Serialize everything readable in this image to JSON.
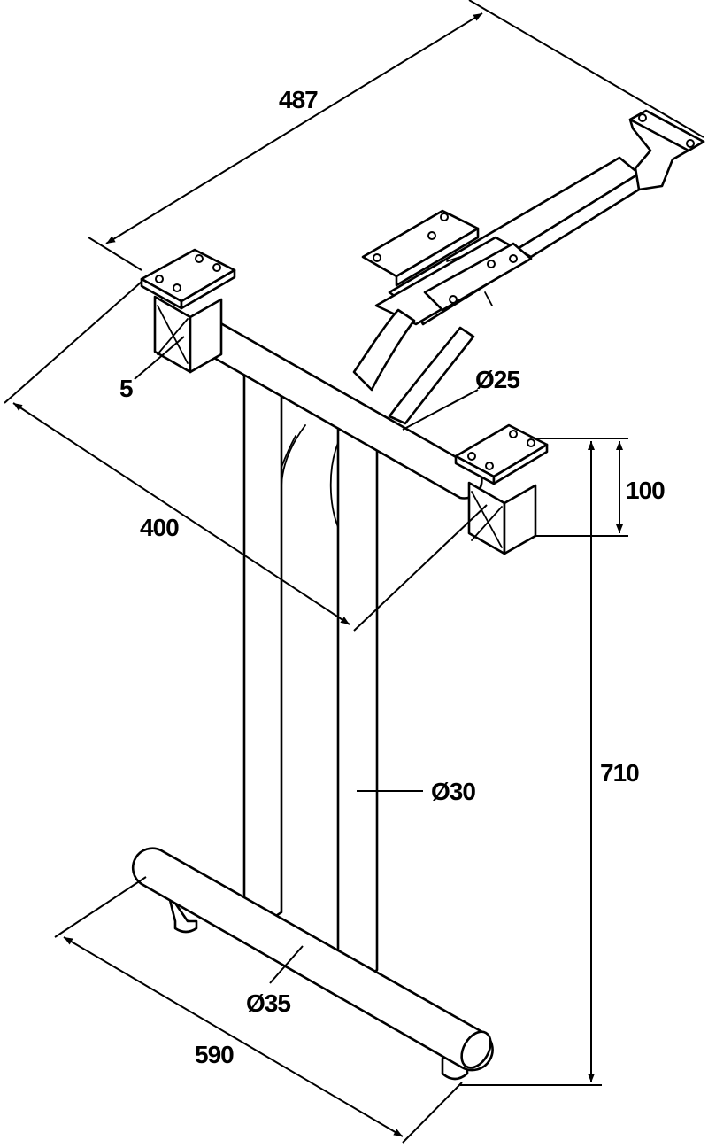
{
  "dimensions": {
    "top_length": "487",
    "depth": "400",
    "plate_thickness": "5",
    "top_tube_diameter": "Ø25",
    "bracket_height": "100",
    "total_height": "710",
    "column_diameter": "Ø30",
    "foot_diameter": "Ø35",
    "foot_length": "590"
  },
  "colors": {
    "line": "#000000",
    "background": "#ffffff"
  }
}
